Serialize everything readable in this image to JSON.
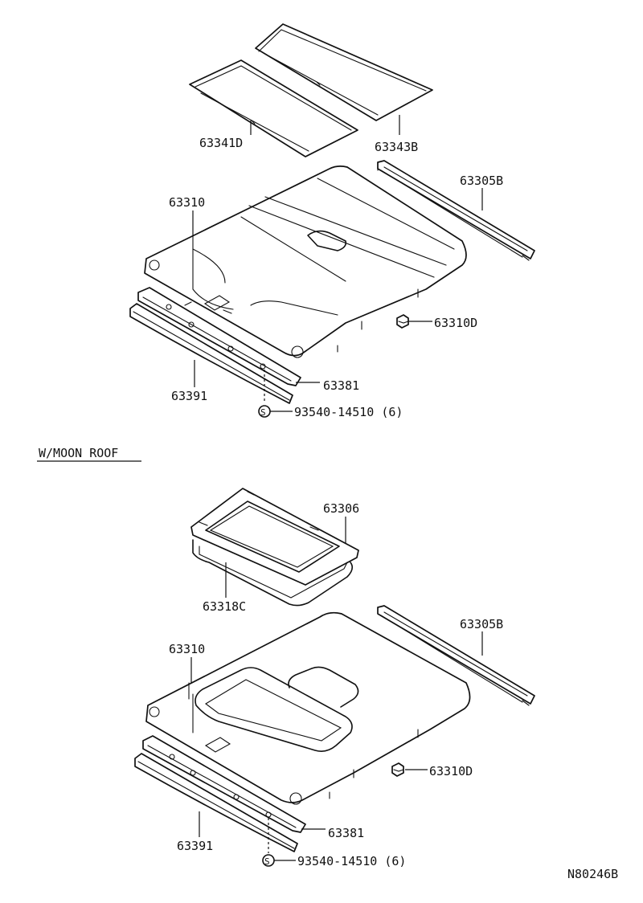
{
  "section_title": "W/MOON ROOF",
  "figure_code": "N80246B",
  "top_assembly": {
    "labels": {
      "rear_cover": "63343B",
      "front_cover": "63341D",
      "headliner": "63310",
      "side_trim": "63305B",
      "clip": "63310D",
      "front_retainer": "63381",
      "front_molding": "63391",
      "screw": "93540-14510 (6)"
    }
  },
  "moonroof_assembly": {
    "labels": {
      "sunshade": "63306",
      "sunshade_seal": "63318C",
      "headliner": "63310",
      "side_trim": "63305B",
      "clip": "63310D",
      "front_retainer": "63381",
      "front_molding": "63391",
      "screw": "93540-14510 (6)"
    }
  },
  "screw_symbol": "S"
}
